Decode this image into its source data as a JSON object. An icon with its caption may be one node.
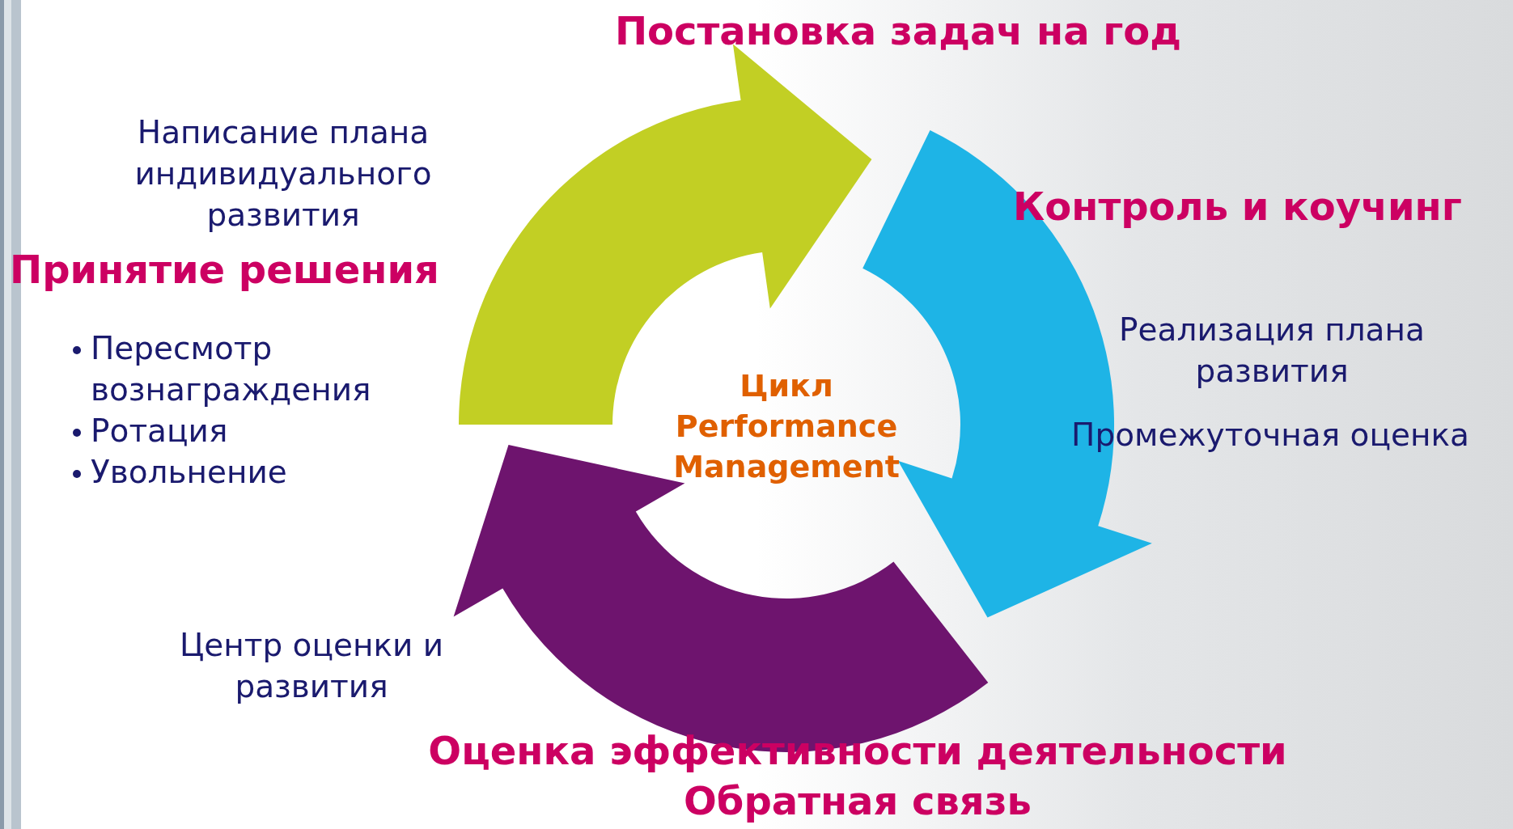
{
  "diagram": {
    "nodes": [
      {
        "text": [
          "Постановка задач на год"
        ]
      },
      {
        "text": [
          "Контроль и коучинг",
          "Реализация плана развития",
          "Промежуточная оценка"
        ]
      },
      {
        "text": [
          "Оценка эффективности деятельности",
          "Обратная связь"
        ]
      },
      {
        "text": [
          "Принятие решения",
          "Пересмотр вознаграждения",
          "Ротация",
          "Увольнение"
        ]
      },
      {
        "text": [
          "Цикл Performance Management"
        ]
      }
    ],
    "edges": [
      {
        "from": 3,
        "to": 0,
        "arrow": "to",
        "style": "thick",
        "color": "#c2cf24"
      },
      {
        "from": 0,
        "to": 2,
        "arrow": "to",
        "style": "thick",
        "color": "#1eb4e6"
      },
      {
        "from": 2,
        "to": 3,
        "arrow": "to",
        "style": "thick",
        "color": "#6e146e"
      }
    ],
    "labels": [
      "Написание плана индивидуального развития",
      "Центр оценки и развития"
    ]
  }
}
